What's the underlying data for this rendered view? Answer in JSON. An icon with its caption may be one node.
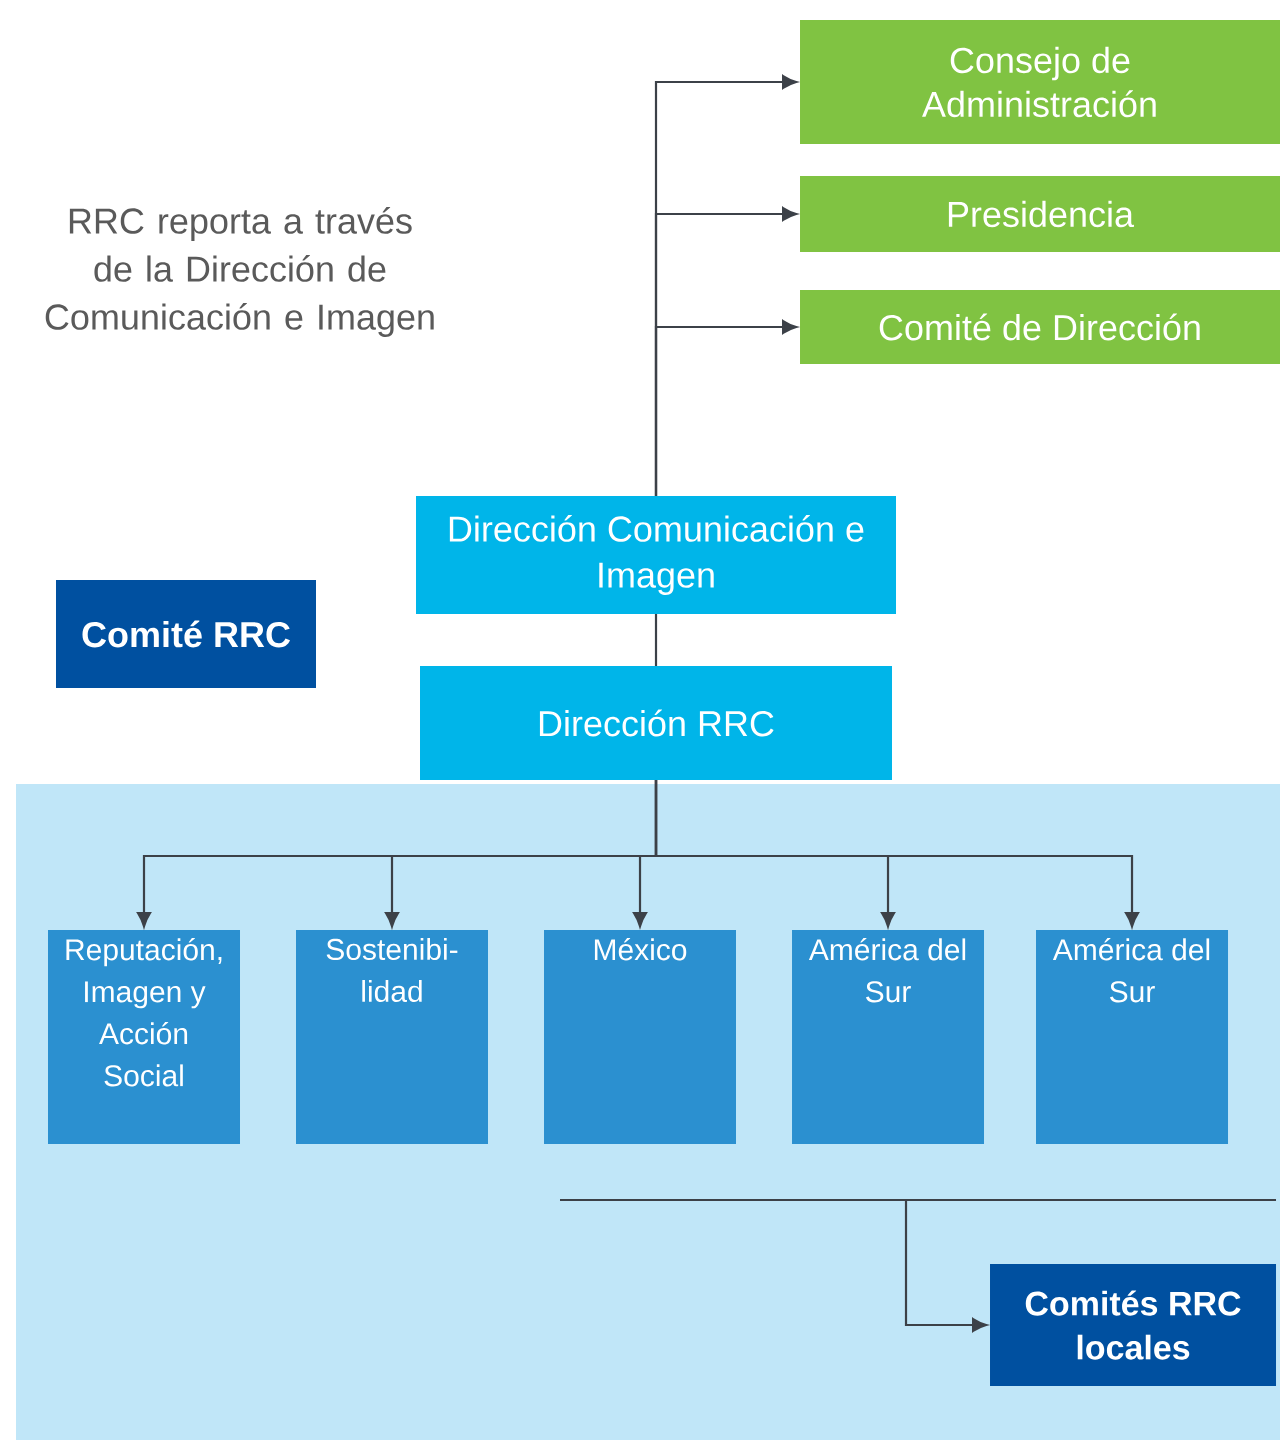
{
  "diagram": {
    "nodes": [
      {
        "text": [
          "Consejo de Administración"
        ]
      },
      {
        "text": [
          "Presidencia"
        ]
      },
      {
        "text": [
          "Comité de Dirección"
        ]
      },
      {
        "text": [
          "Dirección Comunicación e Imagen"
        ]
      },
      {
        "text": [
          "Comité RRC"
        ]
      },
      {
        "text": [
          "Dirección RRC"
        ]
      },
      {
        "text": [],
        "shape": "box"
      },
      {
        "text": [
          "Reputación, Imagen y Acción Social"
        ],
        "in": 6
      },
      {
        "text": [
          "Sostenibi- lidad"
        ],
        "in": 6
      },
      {
        "text": [
          "México"
        ],
        "in": 6
      },
      {
        "text": [
          "América del Sur"
        ],
        "in": 6
      },
      {
        "text": [
          "América del Sur"
        ],
        "in": 6
      },
      {
        "text": [
          "Comités RRC locales"
        ],
        "in": 6
      }
    ],
    "edges": [
      {
        "from": 3,
        "to": 0,
        "arrow": "to"
      },
      {
        "from": 3,
        "to": 1,
        "arrow": "to"
      },
      {
        "from": 3,
        "to": 2,
        "arrow": "to"
      },
      {
        "from": 5,
        "to": 3,
        "arrow": "none"
      },
      {
        "from": 5,
        "to": 7,
        "arrow": "to"
      },
      {
        "from": 5,
        "to": 8,
        "arrow": "to"
      },
      {
        "from": 5,
        "to": 9,
        "arrow": "to"
      },
      {
        "from": 5,
        "to": 10,
        "arrow": "to"
      },
      {
        "from": 5,
        "to": 11,
        "arrow": "to"
      },
      {
        "from": null,
        "to": 12,
        "arrow": "to"
      }
    ],
    "labels": [
      "RRC reporta a través de la Dirección de Comunicación e Imagen"
    ]
  }
}
